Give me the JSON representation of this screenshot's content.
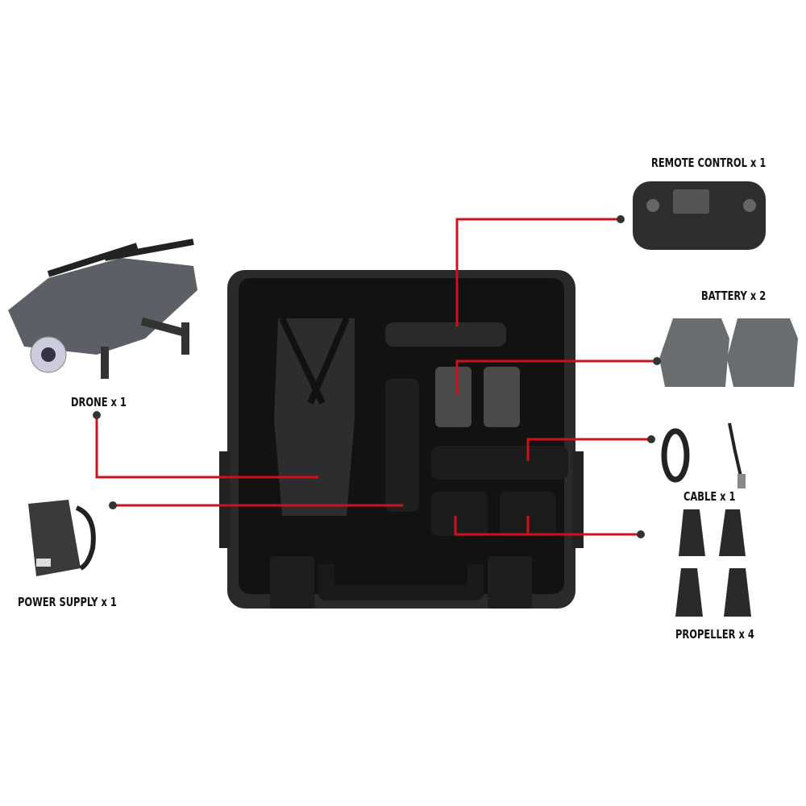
{
  "labels": {
    "remote": "REMOTE CONTROL x 1",
    "battery": "BATTERY x 2",
    "drone": "DRONE x 1",
    "cable": "CABLE x 1",
    "power": "POWER SUPPLY x 1",
    "propeller": "PROPELLER x 4"
  },
  "colors": {
    "leader": "#d0101b",
    "dot": "#333333",
    "case": "#1b1b1b",
    "foam": "#0d0d0d"
  }
}
